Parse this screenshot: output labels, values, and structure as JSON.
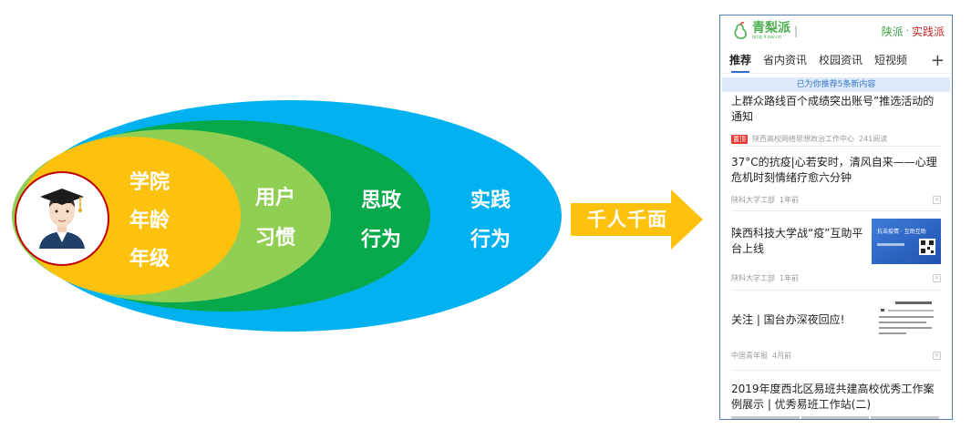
{
  "diagram": {
    "layers": [
      {
        "label": [
          "实践",
          "行为"
        ],
        "color": "#02b1ef"
      },
      {
        "label": [
          "思政",
          "行为"
        ],
        "color": "#08a94a"
      },
      {
        "label": [
          "用户",
          "习惯"
        ],
        "color": "#90cf53"
      },
      {
        "label": [
          "学院",
          "年龄",
          "年级"
        ],
        "color": "#fec10d"
      }
    ],
    "avatar_icon": "graduate-avatar-icon",
    "avatar_border_color": "#c00000",
    "arrow": {
      "label": "千人千面",
      "color": "#fec10d"
    }
  },
  "phone": {
    "logo": {
      "text": "青梨派",
      "subtext": "qing li pai.cn",
      "separator": "|"
    },
    "slogan": {
      "part1": "陕派",
      "dot": "·",
      "part2": "实践派"
    },
    "tabs": [
      "推荐",
      "省内资讯",
      "校园资讯",
      "短视频"
    ],
    "plus": "+",
    "refresh_banner": "已为你推荐5条新内容",
    "news": [
      {
        "title": "上群众路线百个成绩突出账号”推选活动的通知",
        "tag": "置顶",
        "source": "陕西高校网络思想政治工作中心",
        "reads": "241阅读"
      },
      {
        "title": "37°C的抗疫|心若安时，清风自来——心理危机时刻情绪疗愈六分钟",
        "source": "陕科大学工部",
        "time": "1年前"
      },
      {
        "title": "陕西科技大学战“疫”互助平台上线",
        "source": "陕科大学工部",
        "time": "1年前",
        "thumb_text": "抗击疫情 · 互助互助"
      },
      {
        "title": "关注 | 国台办深夜回应!",
        "source": "中国青年报",
        "time": "4月前"
      },
      {
        "title": "2019年度西北区易班共建高校优秀工作案例展示 | 优秀易班工作站(二)"
      }
    ]
  }
}
